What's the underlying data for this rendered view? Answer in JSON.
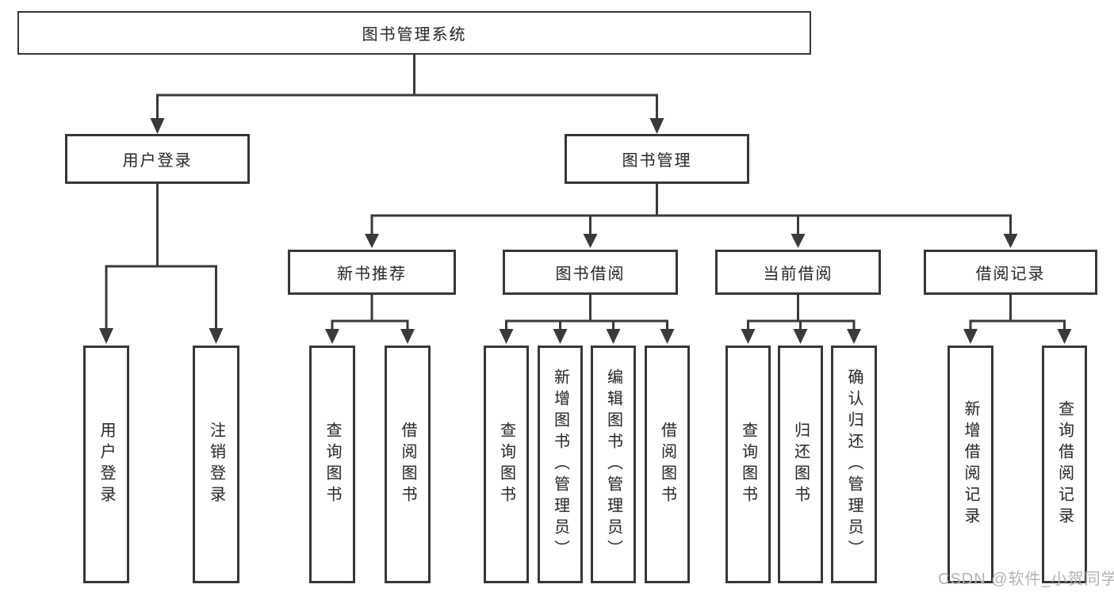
{
  "tree": {
    "label": "图书管理系统",
    "children": [
      {
        "label": "用户登录",
        "children": [
          {
            "label": "用户登录"
          },
          {
            "label": "注销登录"
          }
        ]
      },
      {
        "label": "图书管理",
        "children": [
          {
            "label": "新书推荐",
            "children": [
              {
                "label": "查询图书"
              },
              {
                "label": "借阅图书"
              }
            ]
          },
          {
            "label": "图书借阅",
            "children": [
              {
                "label": "查询图书"
              },
              {
                "label": "新增图书（管理员）"
              },
              {
                "label": "编辑图书（管理员）"
              },
              {
                "label": "借阅图书"
              }
            ]
          },
          {
            "label": "当前借阅",
            "children": [
              {
                "label": "查询图书"
              },
              {
                "label": "归还图书"
              },
              {
                "label": "确认归还（管理员）"
              }
            ]
          },
          {
            "label": "借阅记录",
            "children": [
              {
                "label": "新增借阅记录"
              },
              {
                "label": "查询借阅记录"
              }
            ]
          }
        ]
      }
    ]
  },
  "watermark": "CSDN @软件_小贺同学",
  "colors": {
    "line": "#3a3a3a",
    "box_border": "#373737",
    "text": "#2d2d2d",
    "watermark": "#b3b3b3"
  }
}
